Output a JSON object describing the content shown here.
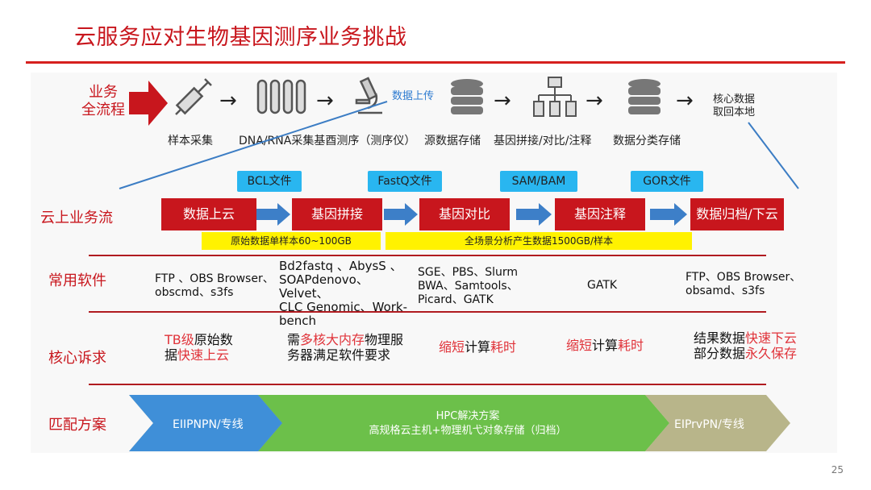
{
  "title": "云服务应对生物基因测序业务挑战",
  "page_number": "25",
  "workflow": {
    "label_line1": "业务",
    "label_line2": "全流程",
    "steps": [
      {
        "label": "样本采集",
        "icon": "syringe-icon"
      },
      {
        "label": "DNA/RNA采集基酉测序（测序仪）",
        "icon": "test-tubes-icon"
      },
      {
        "label": "源数据存储",
        "icon": "microscope-icon"
      },
      {
        "label": "基因拼接/对比/注释",
        "icon": "database-icon"
      },
      {
        "label": "数据分类存储",
        "icon": "network-icon"
      }
    ],
    "upload_label": "数据上传",
    "end_line1": "核心数据",
    "end_line2": "取回本地"
  },
  "cloud_flow": {
    "label": "云上业务流",
    "boxes": [
      "数据上云",
      "基因拼接",
      "基因对比",
      "基因注释",
      "数据归档/下云"
    ],
    "tags": [
      "BCL文件",
      "FastQ文件",
      "SAM/BAM",
      "GOR文件"
    ],
    "yellow_1": "原始数据单样本60~100GB",
    "yellow_2": "全场景分析产生数据1500GB/样本"
  },
  "software": {
    "label": "常用软件",
    "col1": "FTP 、OBS Browser、\nobscmd、s3fs",
    "col2": "Bd2fastq 、AbysS 、\nSOAPdenovo、Velvet、\nCLC Genomic、Work-\nbench",
    "col3": "SGE、PBS、Slurm\nBWA、Samtools、\nPicard、GATK",
    "col4": "GATK",
    "col5": "FTP、OBS Browser、\nobsamd、s3fs"
  },
  "needs": {
    "label": "核心诉求",
    "c1_a": "TB级",
    "c1_b": "原始数",
    "c1_c": "据",
    "c1_d": "快速上云",
    "c2_a": "需",
    "c2_b": "多核大内存",
    "c2_c": "物理服",
    "c2_d": "务器满足软件要求",
    "c3_a": "缩短",
    "c3_b": "计算",
    "c3_c": "耗时",
    "c4_a": "缩短",
    "c4_b": "计算",
    "c4_c": "耗时",
    "c5_a": "结果数据",
    "c5_b": "快速下云",
    "c5_c": "部分数据",
    "c5_d": "永久保存"
  },
  "solution": {
    "label": "匹配方案",
    "seg1": "EIIPNPN/专线",
    "seg2_line1": "HPC解决方案",
    "seg2_line2": "高规格云主机+物理机弋对象存储（归档）",
    "seg3": "EIPrvPN/专线"
  },
  "colors": {
    "accent_red": "#c8161d",
    "tag_blue": "#29b6f0",
    "highlight_yellow": "#fff200",
    "solution_blue": "#3f8fd8",
    "solution_green": "#6cc04a",
    "solution_khaki": "#b8b58a"
  }
}
